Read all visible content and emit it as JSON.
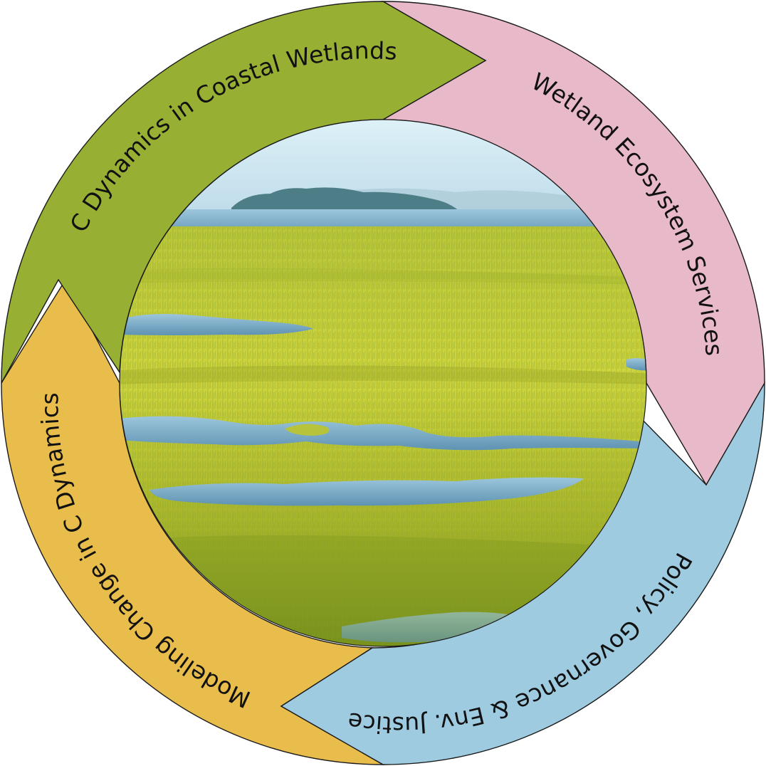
{
  "cycle": {
    "segments": [
      {
        "id": "c-dynamics",
        "label": "C Dynamics in Coastal Wetlands",
        "color": "#97b033"
      },
      {
        "id": "ecosystem-services",
        "label": "Wetland Ecosystem Services",
        "color": "#e8b9c8"
      },
      {
        "id": "policy",
        "label": "Policy, Governance &  Env. Justice",
        "color": "#9ecbe0"
      },
      {
        "id": "modeling",
        "label": "Modeling Change in C Dynamics",
        "color": "#e8bd4b"
      }
    ]
  },
  "photo": {
    "subject": "salt marsh with tidal creeks and distant island"
  },
  "colors": {
    "sky_top": "#c9e6f3",
    "water": "#7fb3cf",
    "marsh_light": "#c7cf3a",
    "marsh_dark": "#6f8a1a",
    "island": "#4d7d86"
  }
}
